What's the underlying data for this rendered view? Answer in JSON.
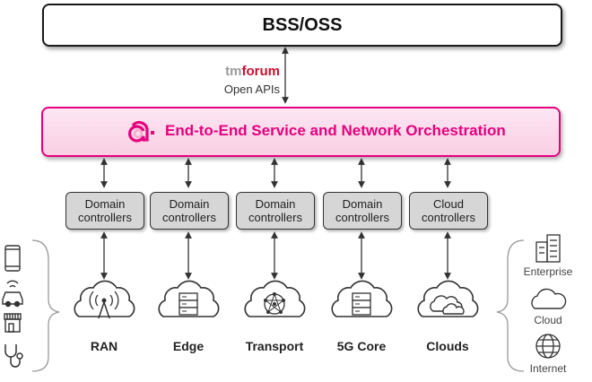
{
  "top_box": {
    "label": "BSS/OSS"
  },
  "tmforum": {
    "tm": "tm",
    "forum": "forum",
    "subtitle": "Open APIs"
  },
  "orchestration": {
    "label": "End-to-End Service and Network Orchestration",
    "logo": "amdocs-a-icon",
    "accent": "#e6007e"
  },
  "controllers": [
    {
      "line1": "Domain",
      "line2": "controllers"
    },
    {
      "line1": "Domain",
      "line2": "controllers"
    },
    {
      "line1": "Domain",
      "line2": "controllers"
    },
    {
      "line1": "Domain",
      "line2": "controllers"
    },
    {
      "line1": "Cloud",
      "line2": "controllers"
    }
  ],
  "domains": [
    {
      "label": "RAN",
      "icon": "antenna-icon"
    },
    {
      "label": "Edge",
      "icon": "server-icon"
    },
    {
      "label": "Transport",
      "icon": "network-icon"
    },
    {
      "label": "5G Core",
      "icon": "server-icon"
    },
    {
      "label": "Clouds",
      "icon": "clouds-icon"
    }
  ],
  "left_icons": [
    "phone-icon",
    "connected-car-icon",
    "store-icon",
    "stethoscope-icon"
  ],
  "right_side": [
    {
      "label": "Enterprise",
      "icon": "building-icon"
    },
    {
      "label": "Cloud",
      "icon": "cloud-icon"
    },
    {
      "label": "Internet",
      "icon": "globe-icon"
    }
  ]
}
